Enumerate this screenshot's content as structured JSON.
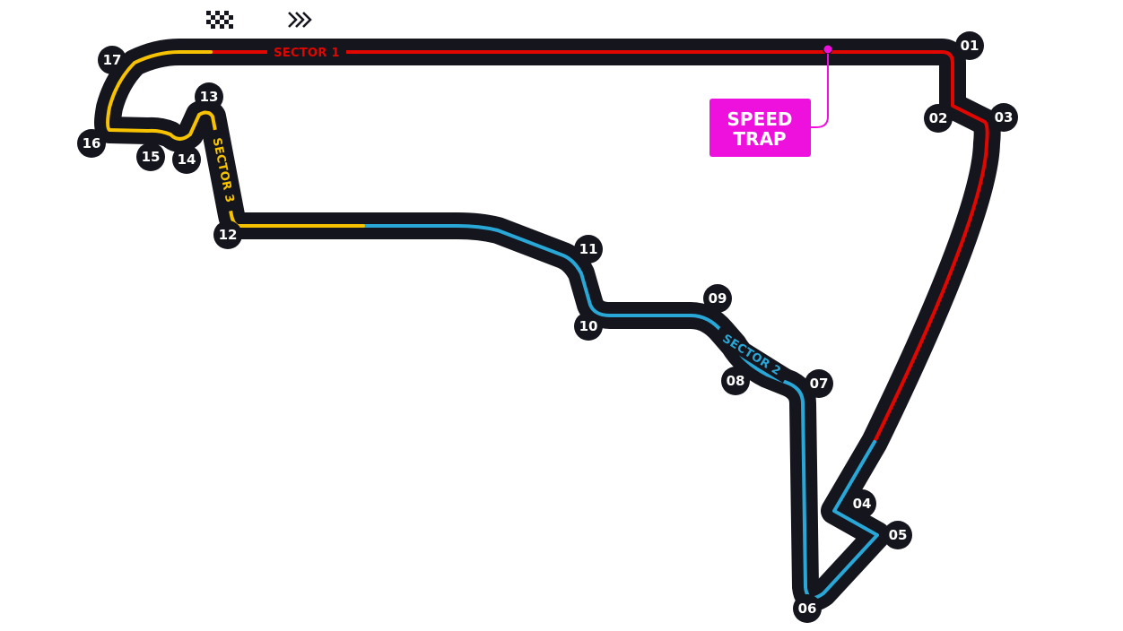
{
  "colors": {
    "track": "#15151e",
    "sector_1": "#e10600",
    "sector_2": "#29a8d8",
    "sector_3": "#f7c300",
    "speed_trap": "#ee11dd",
    "label_text": "#ffffff"
  },
  "icons": {
    "start_finish": "checkered-flag-icon",
    "direction": "chevron-arrows-icon"
  },
  "sectors": {
    "sector_1": "SECTOR 1",
    "sector_2": "SECTOR 2",
    "sector_3": "SECTOR 3"
  },
  "speed_trap": {
    "line1": "SPEED",
    "line2": "TRAP"
  },
  "corners": [
    "01",
    "02",
    "03",
    "04",
    "05",
    "06",
    "07",
    "08",
    "09",
    "10",
    "11",
    "12",
    "13",
    "14",
    "15",
    "16",
    "17"
  ]
}
